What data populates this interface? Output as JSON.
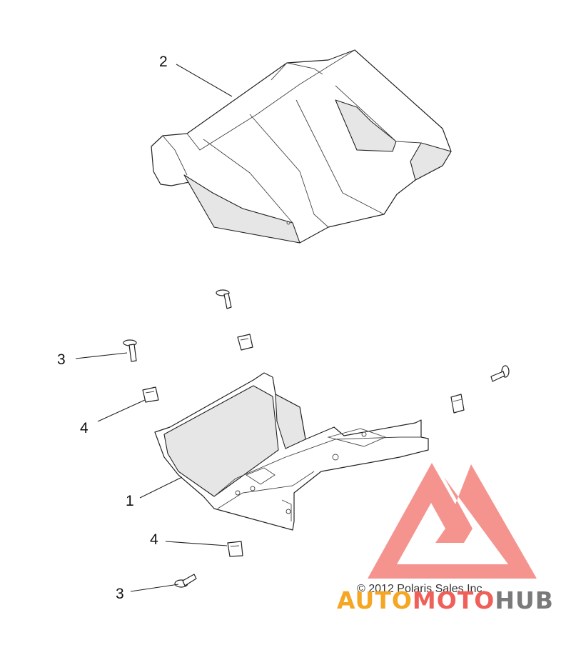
{
  "callouts": [
    {
      "id": "c2-top",
      "label": "2"
    },
    {
      "id": "c3-upper",
      "label": "3"
    },
    {
      "id": "c4-upper",
      "label": "4"
    },
    {
      "id": "c1",
      "label": "1"
    },
    {
      "id": "c4-lower",
      "label": "4"
    },
    {
      "id": "c3-lower",
      "label": "3"
    }
  ],
  "copyright": "© 2012 Polaris Sales Inc.",
  "watermark": {
    "auto": "AUTO",
    "moto": "MOTO",
    "hub": "HUB",
    "color_orange": "#f5a623",
    "color_red": "#f0605a",
    "color_grey": "#7a7a7a"
  }
}
